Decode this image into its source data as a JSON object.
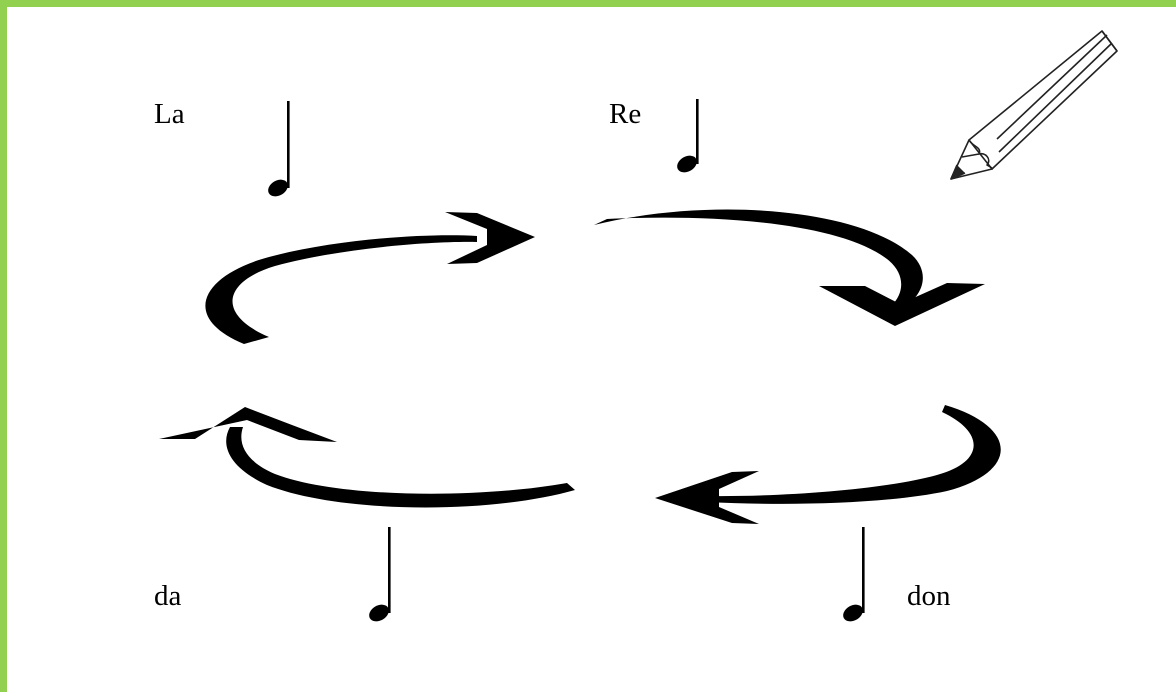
{
  "syllables": [
    {
      "text": "La"
    },
    {
      "text": "Re"
    },
    {
      "text": "da"
    },
    {
      "text": "don"
    }
  ],
  "icons": [
    "quarter-note-icon",
    "cycle-arrow-icon",
    "pencil-icon"
  ],
  "colors": {
    "border": "#92d050",
    "ink": "#000000",
    "background": "#ffffff"
  }
}
